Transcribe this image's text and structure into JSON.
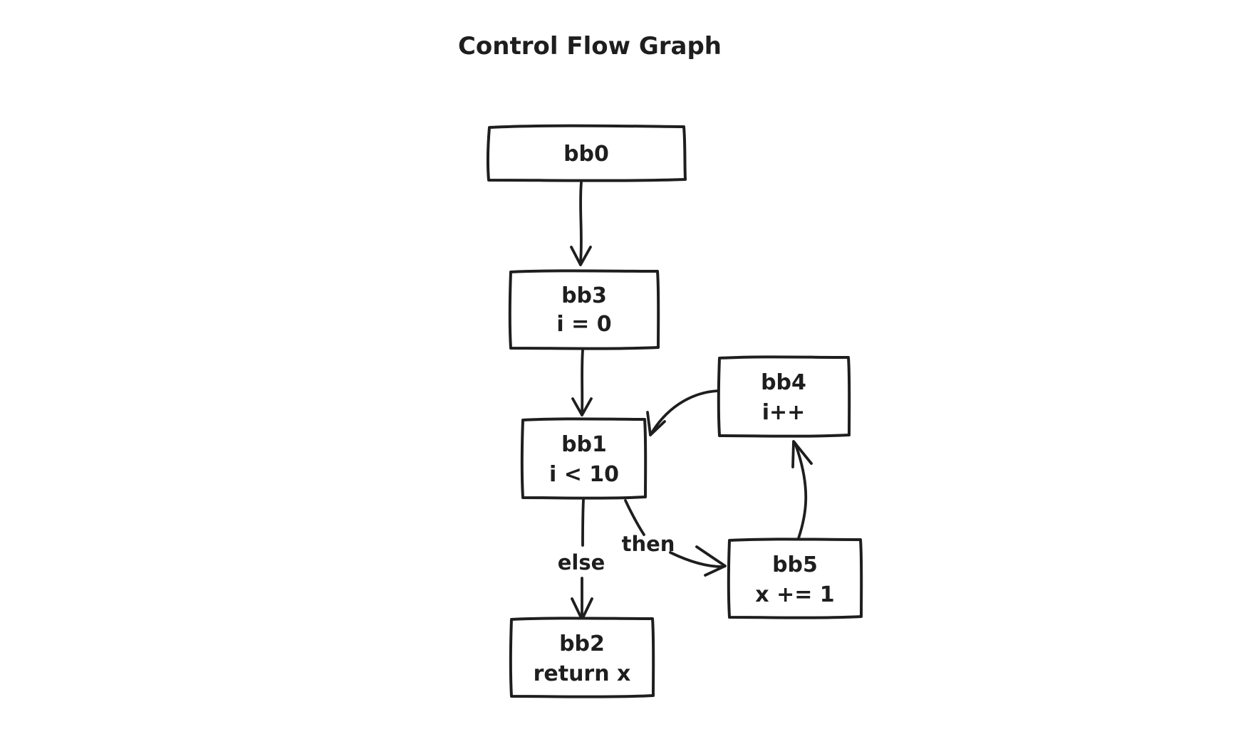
{
  "title": "Control Flow Graph",
  "colors": {
    "stroke": "#1e1e1e",
    "background": "#ffffff"
  },
  "diagram": {
    "nodes": [
      {
        "id": "bb0",
        "line1": "bb0",
        "line2": ""
      },
      {
        "id": "bb3",
        "line1": "bb3",
        "line2": "i = 0"
      },
      {
        "id": "bb1",
        "line1": "bb1",
        "line2": "i < 10"
      },
      {
        "id": "bb4",
        "line1": "bb4",
        "line2": "i++"
      },
      {
        "id": "bb5",
        "line1": "bb5",
        "line2": "x += 1"
      },
      {
        "id": "bb2",
        "line1": "bb2",
        "line2": "return x"
      }
    ],
    "edges": [
      {
        "from": "bb0",
        "to": "bb3",
        "label": ""
      },
      {
        "from": "bb3",
        "to": "bb1",
        "label": ""
      },
      {
        "from": "bb1",
        "to": "bb5",
        "label": "then"
      },
      {
        "from": "bb1",
        "to": "bb2",
        "label": "else"
      },
      {
        "from": "bb5",
        "to": "bb4",
        "label": ""
      },
      {
        "from": "bb4",
        "to": "bb1",
        "label": ""
      }
    ]
  }
}
